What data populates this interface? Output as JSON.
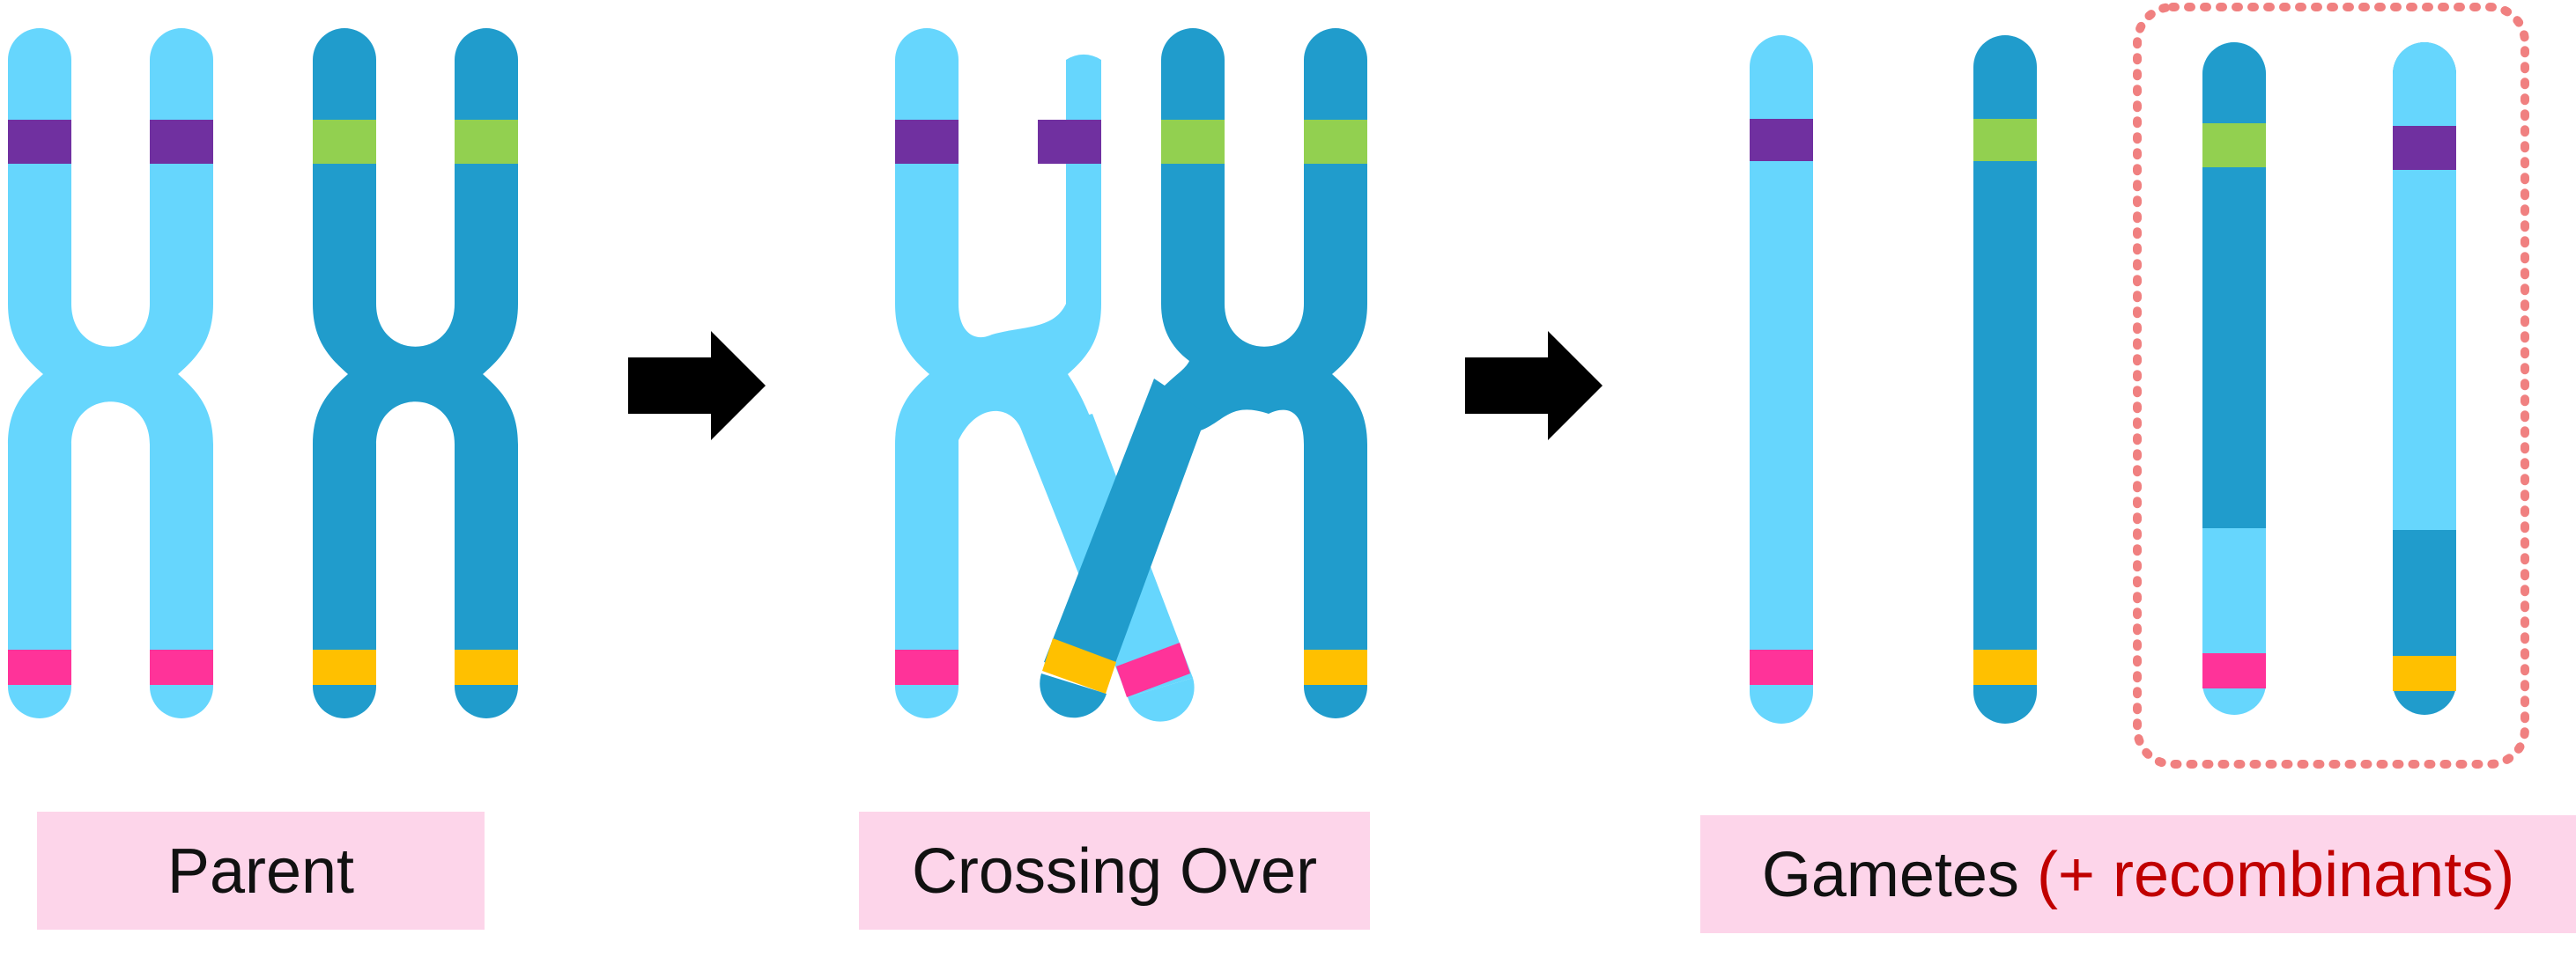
{
  "colors": {
    "light_chromatid": "#66d6fd",
    "dark_chromatid": "#209ccc",
    "band_purple": "#7030a0",
    "band_green": "#92d050",
    "band_pink": "#ff3399",
    "band_yellow": "#ffc000",
    "arrow": "#000000",
    "label_bg": "#fdd5ea",
    "highlight_border": "#f08080",
    "accent_text": "#c00000"
  },
  "labels": {
    "parent": "Parent",
    "crossing_over": "Crossing Over",
    "gametes": "Gametes",
    "recombinants": "(+ recombinants)"
  },
  "icons": {
    "step_arrow": "right-arrow-icon"
  }
}
